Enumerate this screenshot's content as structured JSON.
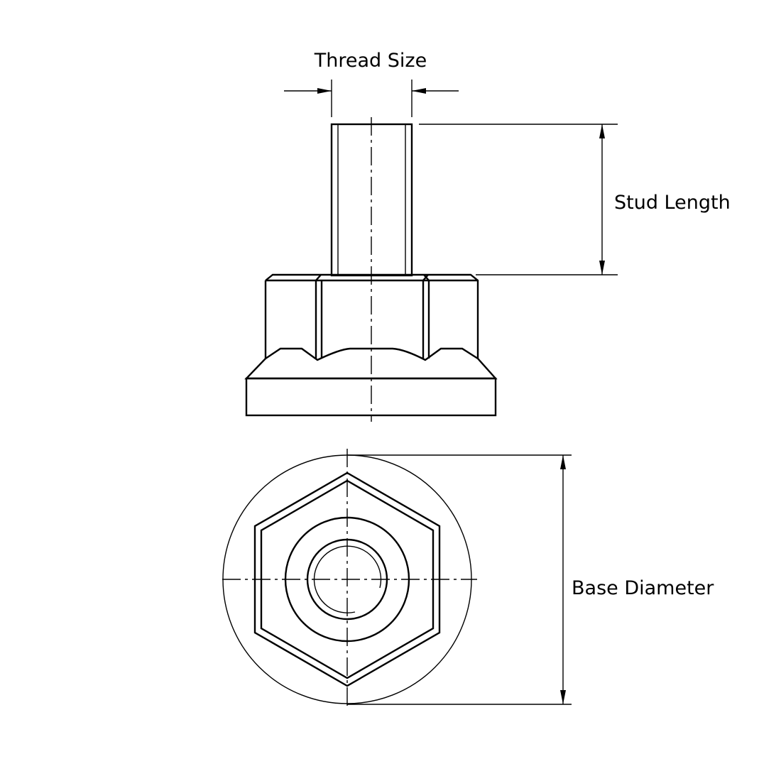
{
  "title": "Leveling foot dimension drawing",
  "dimensions": {
    "thread_size": "Thread Size",
    "stud_length": "Stud Length",
    "base_diameter": "Base Diameter"
  },
  "colors": {
    "line": "#000000",
    "background": "#ffffff"
  }
}
